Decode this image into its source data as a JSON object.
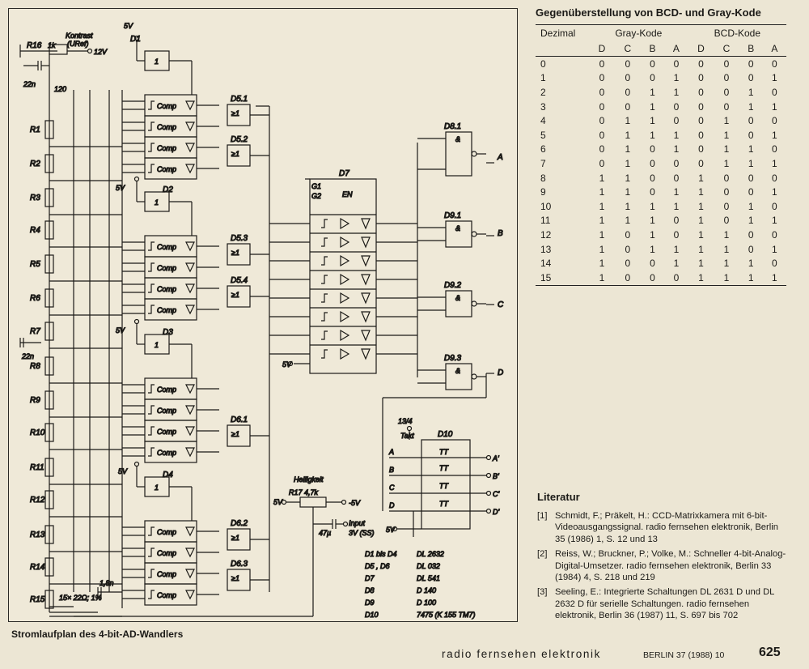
{
  "page_number": "625",
  "footer": {
    "journal": "radio fernsehen elektronik",
    "issue": "BERLIN 37 (1988) 10"
  },
  "schematic": {
    "caption": "Stromlaufplan des 4-bit-AD-Wandlers",
    "text": {
      "r16": "R16",
      "r16_value": "1k",
      "kontrast": "Kontrast",
      "uref": "(URef)",
      "plus12v": "12V",
      "c22n": "22n",
      "r120": "120",
      "c22n_2": "22n",
      "plus5v": "5V",
      "comp": "Comp",
      "ge1": "≥1",
      "and": "&",
      "one": "1",
      "en": "EN",
      "g1": "G1",
      "g2": "G2",
      "tt": "TT",
      "takt": "Takt",
      "takt_pins": "13/4",
      "helligkeit": "Helligkeit",
      "r17": "R17 4,7k",
      "minus5v": "-5V",
      "c47u": "47µ",
      "input": "Input",
      "input_level": "3V (SS)",
      "c18n": "1,8n",
      "r15_note": "15× 22Ω; 1%",
      "out_a": "A",
      "out_b": "B",
      "out_c": "C",
      "out_d": "D",
      "out_a2": "A'",
      "out_b2": "B'",
      "out_c2": "C'",
      "out_d2": "D'",
      "in_a": "A",
      "in_b": "B",
      "in_c": "C",
      "in_d": "D"
    },
    "resistors": [
      "R1",
      "R2",
      "R3",
      "R4",
      "R5",
      "R6",
      "R7",
      "R8",
      "R9",
      "R10",
      "R11",
      "R12",
      "R13",
      "R14",
      "R15"
    ],
    "devices": [
      "D1",
      "D2",
      "D3",
      "D4",
      "D5.1",
      "D5.2",
      "D5.3",
      "D5.4",
      "D6.1",
      "D6.2",
      "D6.3",
      "D7",
      "D8.1",
      "D9.1",
      "D9.2",
      "D9.3",
      "D10"
    ],
    "parts_list": [
      {
        "ref": "D1 bis D4",
        "type": "DL 2632"
      },
      {
        "ref": "D5 , D6",
        "type": "DL 032"
      },
      {
        "ref": "D7",
        "type": "DL 541"
      },
      {
        "ref": "D8",
        "type": "D 140"
      },
      {
        "ref": "D9",
        "type": "D 100"
      },
      {
        "ref": "D10",
        "type": "7475 (K 155 TM7)"
      }
    ]
  },
  "code_table": {
    "title": "Gegenüberstellung von BCD- und Gray-Kode",
    "headers": {
      "dezimal": "Dezimal",
      "gray": "Gray-Kode",
      "bcd": "BCD-Kode"
    },
    "bit_labels": [
      "D",
      "C",
      "B",
      "A",
      "D",
      "C",
      "B",
      "A"
    ],
    "rows": [
      [
        "0",
        "0",
        "0",
        "0",
        "0",
        "0",
        "0",
        "0",
        "0"
      ],
      [
        "1",
        "0",
        "0",
        "0",
        "1",
        "0",
        "0",
        "0",
        "1"
      ],
      [
        "2",
        "0",
        "0",
        "1",
        "1",
        "0",
        "0",
        "1",
        "0"
      ],
      [
        "3",
        "0",
        "0",
        "1",
        "0",
        "0",
        "0",
        "1",
        "1"
      ],
      [
        "4",
        "0",
        "1",
        "1",
        "0",
        "0",
        "1",
        "0",
        "0"
      ],
      [
        "5",
        "0",
        "1",
        "1",
        "1",
        "0",
        "1",
        "0",
        "1"
      ],
      [
        "6",
        "0",
        "1",
        "0",
        "1",
        "0",
        "1",
        "1",
        "0"
      ],
      [
        "7",
        "0",
        "1",
        "0",
        "0",
        "0",
        "1",
        "1",
        "1"
      ],
      [
        "8",
        "1",
        "1",
        "0",
        "0",
        "1",
        "0",
        "0",
        "0"
      ],
      [
        "9",
        "1",
        "1",
        "0",
        "1",
        "1",
        "0",
        "0",
        "1"
      ],
      [
        "10",
        "1",
        "1",
        "1",
        "1",
        "1",
        "0",
        "1",
        "0"
      ],
      [
        "11",
        "1",
        "1",
        "1",
        "0",
        "1",
        "0",
        "1",
        "1"
      ],
      [
        "12",
        "1",
        "0",
        "1",
        "0",
        "1",
        "1",
        "0",
        "0"
      ],
      [
        "13",
        "1",
        "0",
        "1",
        "1",
        "1",
        "1",
        "0",
        "1"
      ],
      [
        "14",
        "1",
        "0",
        "0",
        "1",
        "1",
        "1",
        "1",
        "0"
      ],
      [
        "15",
        "1",
        "0",
        "0",
        "0",
        "1",
        "1",
        "1",
        "1"
      ]
    ]
  },
  "literature": {
    "heading": "Literatur",
    "items": [
      {
        "num": "[1]",
        "text": "Schmidt, F.; Präkelt, H.: CCD-Matrixkamera mit 6-bit-Videoausgangssignal. radio fernsehen elektronik, Berlin 35 (1986) 1, S. 12 und 13"
      },
      {
        "num": "[2]",
        "text": "Reiss, W.; Bruckner, P.; Volke, M.: Schneller 4-bit-Analog-Digital-Umsetzer. radio fernsehen elektronik, Berlin 33 (1984) 4, S. 218 und 219"
      },
      {
        "num": "[3]",
        "text": "Seeling, E.: Integrierte Schaltungen DL 2631 D und DL 2632 D für serielle Schaltungen. radio fernsehen elektronik, Berlin 36 (1987) 11, S. 697 bis 702"
      }
    ]
  }
}
